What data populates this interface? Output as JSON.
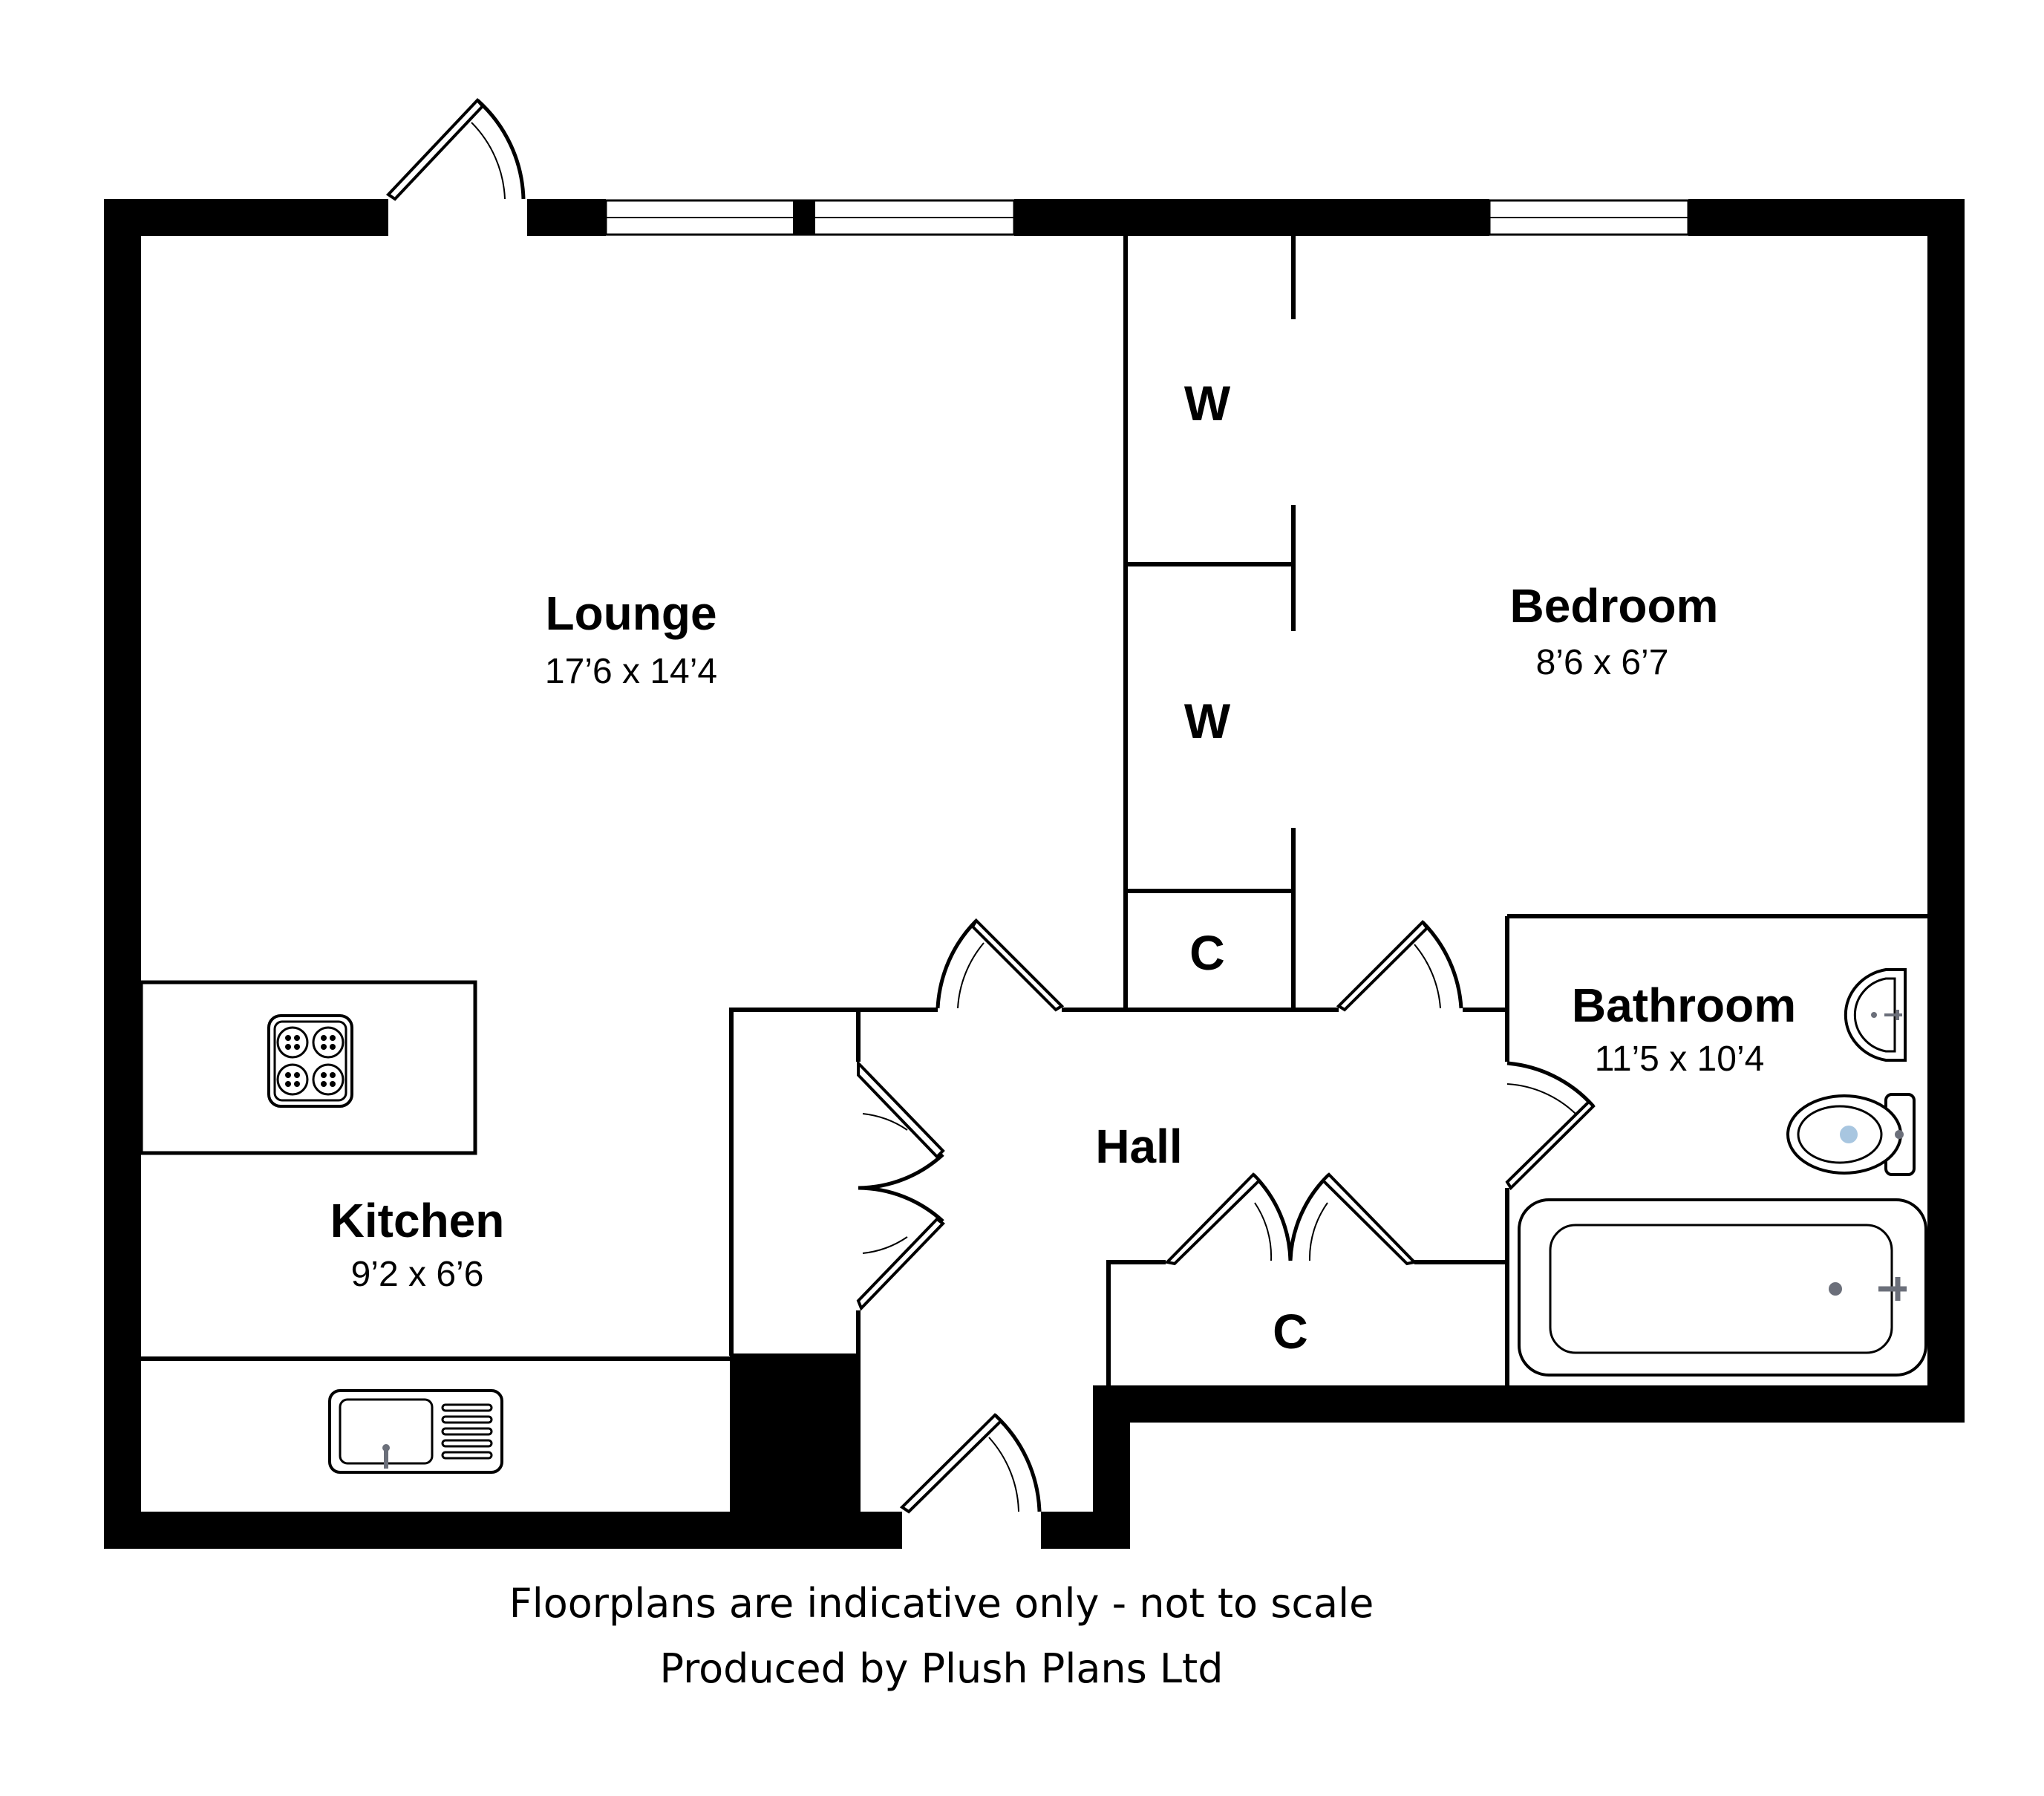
{
  "rooms": {
    "lounge": {
      "name": "Lounge",
      "dims": "17’6 x 14’4"
    },
    "bedroom": {
      "name": "Bedroom",
      "dims": "8’6 x 6’7"
    },
    "kitchen": {
      "name": "Kitchen",
      "dims": "9’2 x 6’6"
    },
    "bathroom": {
      "name": "Bathroom",
      "dims": "11’5 x 10’4"
    },
    "hall": {
      "name": "Hall"
    }
  },
  "cupboards": {
    "wardrobe_top": "W",
    "wardrobe_bottom": "W",
    "cupboard_upper": "C",
    "cupboard_lower": "C"
  },
  "footer": {
    "disclaimer": "Floorplans are indicative only - not to scale",
    "producer": "Produced by Plush Plans Ltd"
  },
  "colors": {
    "wall": "#000000",
    "background": "#ffffff",
    "toilet_water": "#a8c6e0",
    "tap": "#6b6f7a"
  }
}
